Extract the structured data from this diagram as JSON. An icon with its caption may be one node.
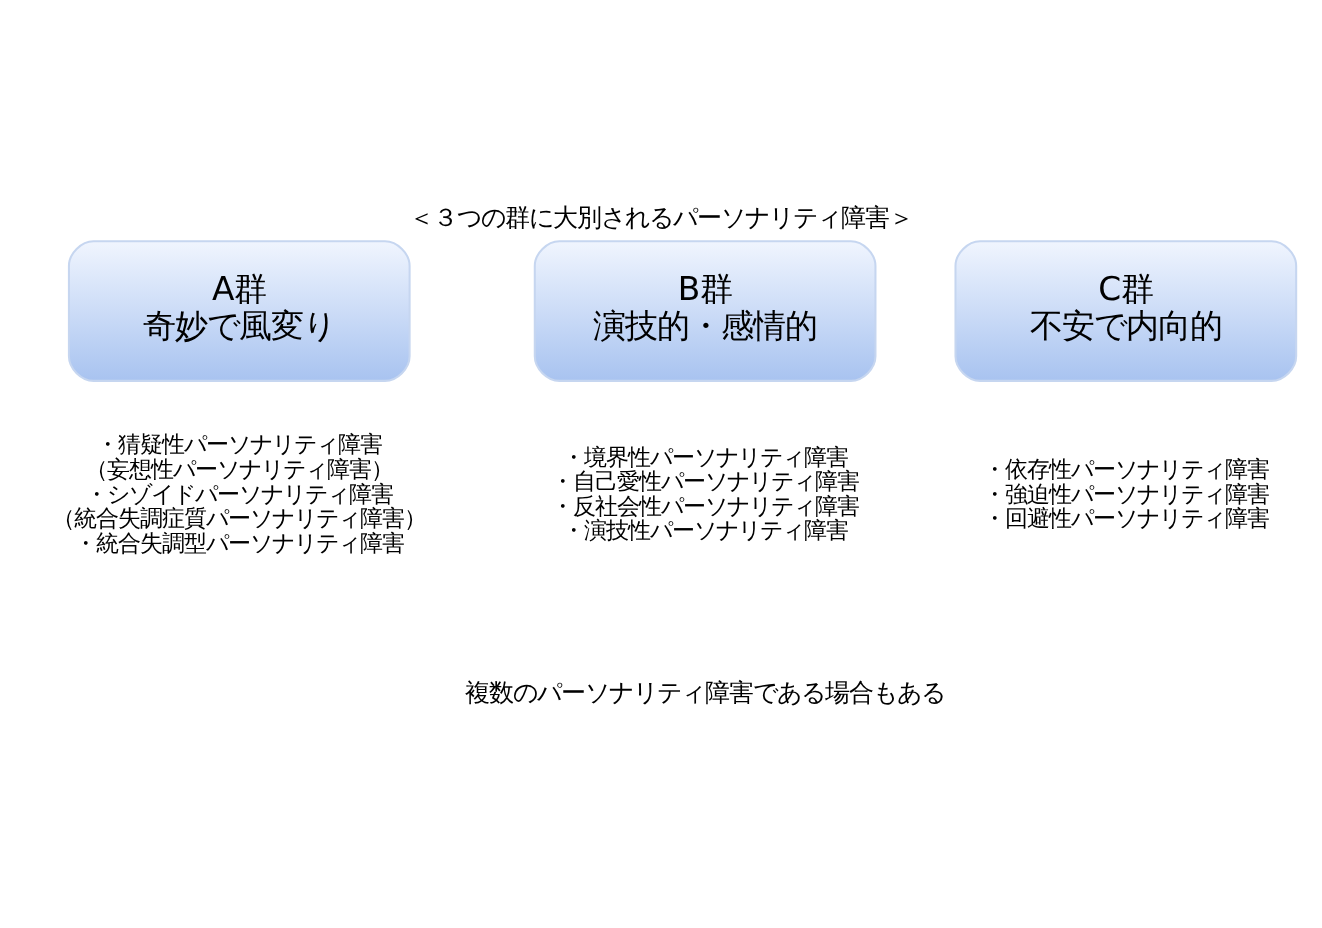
{
  "diagram": {
    "title": "＜３つの群に大別されるパーソナリティ障害＞",
    "caption": "複数のパーソナリティ障害である場合もある",
    "nodes": [
      {
        "text": [
          "A群",
          "奇妙で風変り"
        ],
        "beside": [
          "・猜疑性パーソナリティ障害",
          "（妄想性パーソナリティ障害）",
          "・シゾイドパーソナリティ障害",
          "（統合失調症質パーソナリティ障害）",
          "・統合失調型パーソナリティ障害"
        ]
      },
      {
        "text": [
          "B群",
          "演技的・感情的"
        ],
        "beside": [
          "・境界性パーソナリティ障害",
          "・自己愛性パーソナリティ障害",
          "・反社会性パーソナリティ障害",
          "・演技性パーソナリティ障害"
        ]
      },
      {
        "text": [
          "C群",
          "不安で内向的"
        ],
        "beside": [
          "・依存性パーソナリティ障害",
          "・強迫性パーソナリティ障害",
          "・回避性パーソナリティ障害"
        ]
      }
    ]
  }
}
